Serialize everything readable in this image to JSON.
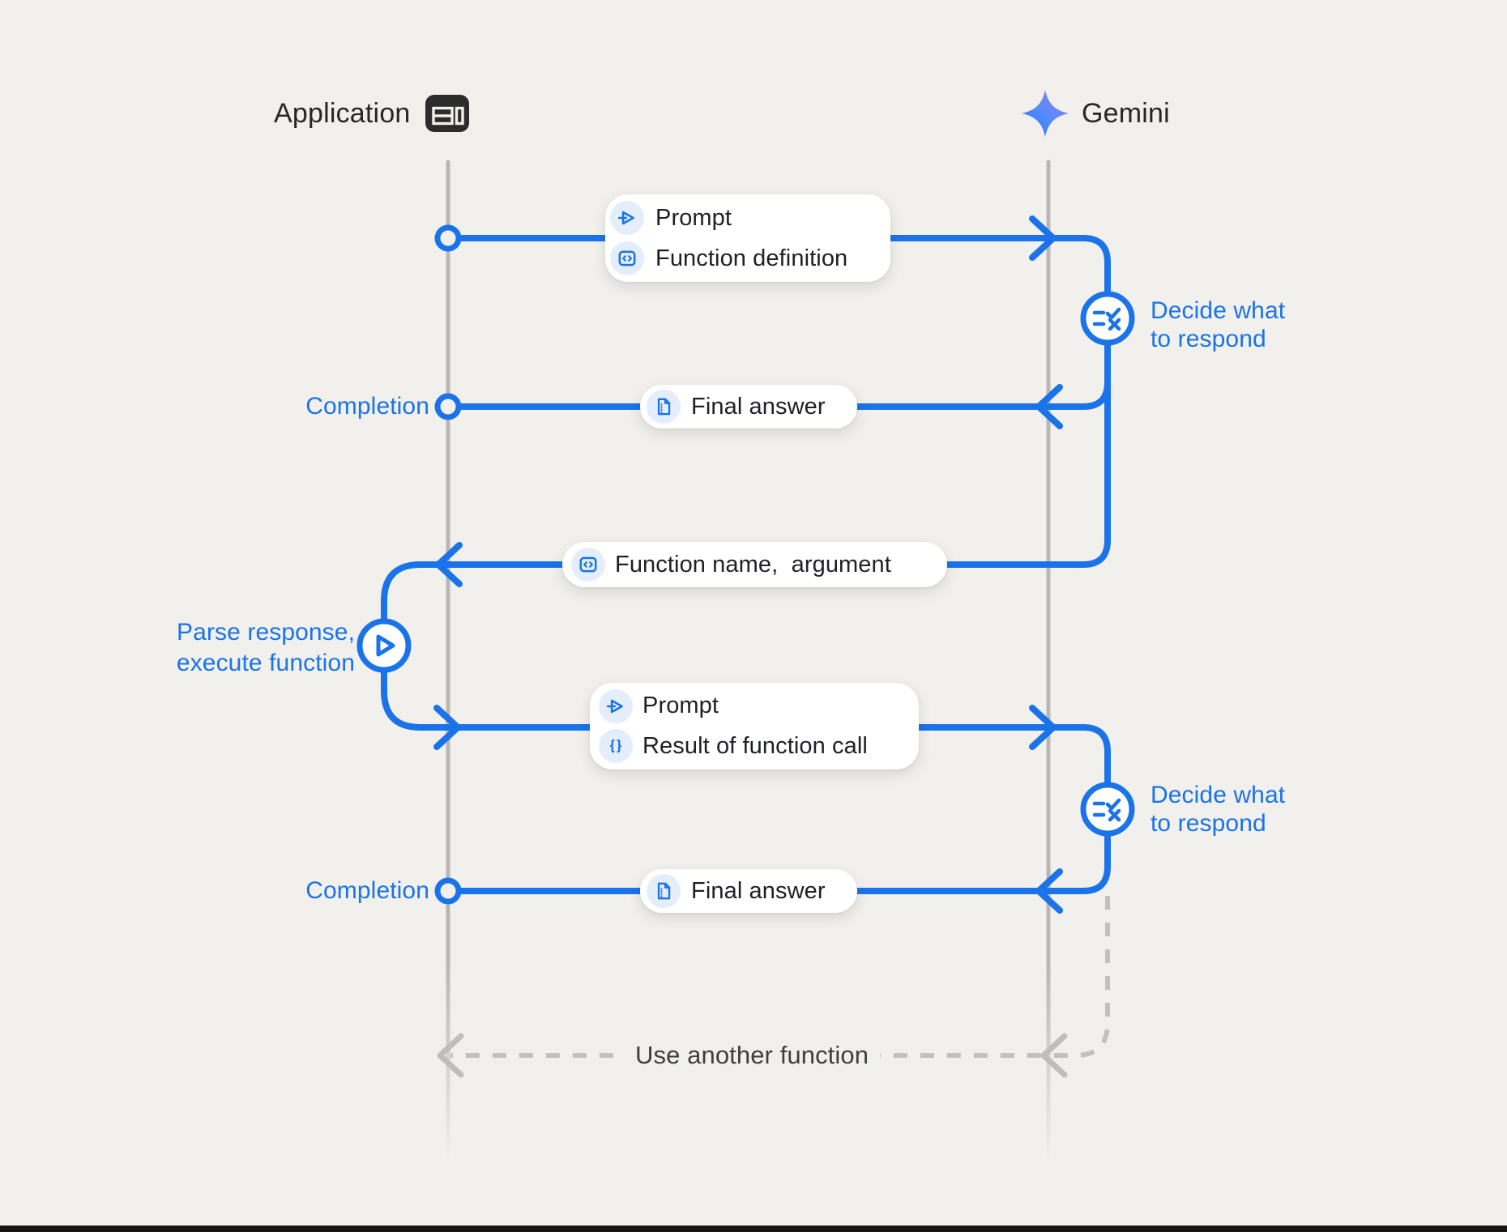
{
  "header": {
    "application": {
      "label": "Application",
      "icon": "app-window-icon"
    },
    "gemini": {
      "label": "Gemini",
      "icon": "gemini-spark-icon"
    }
  },
  "messages": {
    "prompt_function_definition": {
      "rows": [
        {
          "icon": "prompt-icon",
          "label": "Prompt"
        },
        {
          "icon": "code-icon",
          "label": "Function definition"
        }
      ]
    },
    "final_answer_1": {
      "icon": "document-icon",
      "label": "Final answer"
    },
    "function_name_argument": {
      "icon": "code-icon",
      "label": "Function name,  argument"
    },
    "prompt_function_result": {
      "rows": [
        {
          "icon": "prompt-icon",
          "label": "Prompt"
        },
        {
          "icon": "braces-icon",
          "label": "Result of function call"
        }
      ]
    },
    "final_answer_2": {
      "icon": "document-icon",
      "label": "Final answer"
    },
    "use_another_function": {
      "label": "Use another function"
    }
  },
  "annotations": {
    "completion_1": "Completion",
    "completion_2": "Completion",
    "decide_1": {
      "line1": "Decide what",
      "line2": "to respond"
    },
    "decide_2": {
      "line1": "Decide what",
      "line2": "to respond"
    },
    "parse": {
      "line1": "Parse response,",
      "line2": "execute function"
    }
  },
  "colors": {
    "background": "#f1f0ed",
    "accent_blue": "#1a73e8",
    "icon_chip_bg": "#e4eefb",
    "pill_bg": "#ffffff",
    "text_dark": "#202124",
    "text_gray": "#3c4043",
    "lifeline_gray": "#b9b7b4",
    "dashed_gray": "#c3c1be",
    "gemini_gradient_start": "#2379fa",
    "gemini_gradient_end": "#9b76f8",
    "bottom_bar": "#161616"
  }
}
